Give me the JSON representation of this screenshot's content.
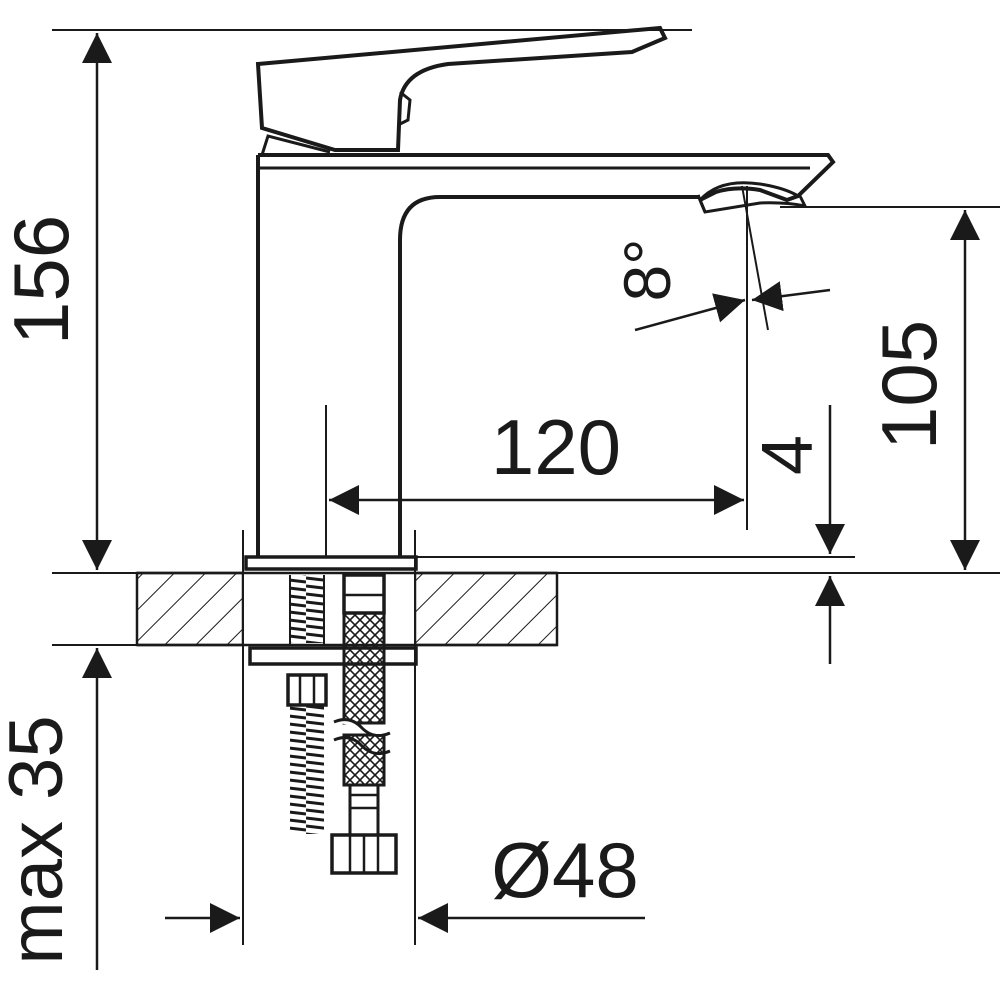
{
  "colors": {
    "ink": "#1a1a1a",
    "background": "#ffffff"
  },
  "dimensions": {
    "total_height": "156",
    "spout_height": "105",
    "spout_reach": "120",
    "deck_offset": "4",
    "spray_angle": "8°",
    "base_diameter": "Ø48",
    "max_deck_thickness": "max 35"
  }
}
